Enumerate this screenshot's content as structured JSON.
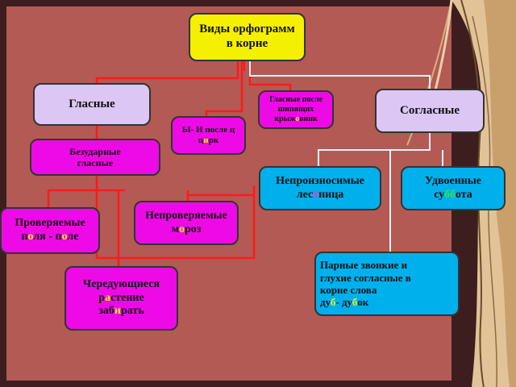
{
  "colors": {
    "background": "#b35a55",
    "root_box": "#f5f000",
    "category_box": "#dcc6f4",
    "vowel_box": "#ee0ae6",
    "consonant_box": "#00b0ec",
    "connector_red": "#ff1a1a",
    "connector_light": "#f2eef7"
  },
  "title": {
    "line1": "Виды орфограмм",
    "line2": "в корне"
  },
  "vowels": {
    "label": "Гласные"
  },
  "consonants": {
    "label": "Согласные"
  },
  "after_sibilants": {
    "line1": "Гласные после",
    "line2": "шипящих",
    "example_pre": "крыж",
    "example_hl": "о",
    "example_post": "вник"
  },
  "y_i_after_ts": {
    "line1": "Ы- И после ц",
    "example_pre": "ц",
    "example_hl": "и",
    "example_post": "рк"
  },
  "unstressed": {
    "line1": "Безударные",
    "line2": "гласные"
  },
  "verifiable": {
    "line1": "Проверяемые",
    "ex1_pre": "п",
    "ex1_hl": "о",
    "ex1_post": "ля - п",
    "ex2_hl": "о",
    "ex2_post": "ле"
  },
  "unverifiable": {
    "line1": "Непроверяемые",
    "ex_pre": "м",
    "ex_hl": "о",
    "ex_post": "роз"
  },
  "alternating": {
    "line1": "Чередующиеся",
    "ex1_pre": "р",
    "ex1_hl": "а",
    "ex1_post": "стение",
    "ex2_pre": "заб",
    "ex2_hl": "и",
    "ex2_post": "рать"
  },
  "unpronounceable": {
    "line1": "Непроизносимые",
    "ex_pre": "лес",
    "ex_hl": "т",
    "ex_post": "ница"
  },
  "doubled": {
    "line1": "Удвоенные",
    "ex_pre": "су",
    "ex_hl": "бб",
    "ex_post": "ота"
  },
  "paired": {
    "line1": "Парные звонкие и",
    "line2": "глухие согласные в",
    "line3": "корне слова",
    "ex1_pre": "ду",
    "ex1_hl": "б",
    "ex_mid": "- ду",
    "ex2_hl": "б",
    "ex2_post": "ок"
  }
}
